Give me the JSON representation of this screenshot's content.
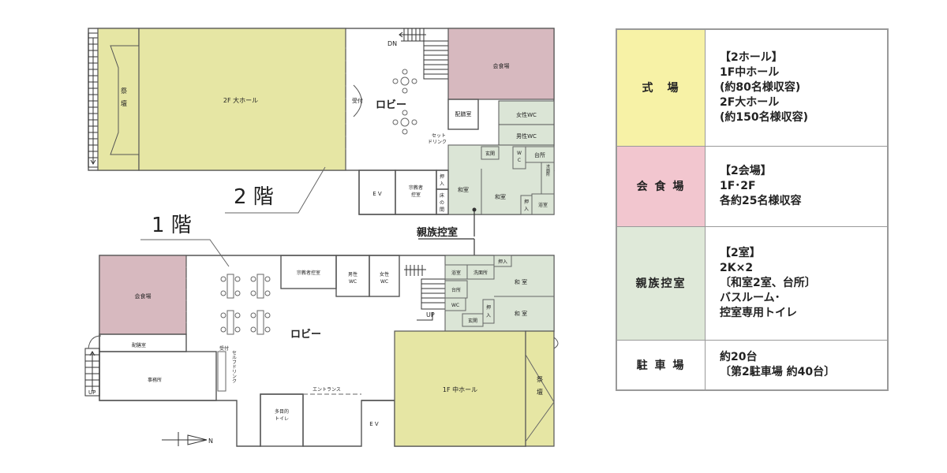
{
  "colors": {
    "hall": "#e6e6a4",
    "dining": "#d7b9bf",
    "family": "#dbe5d6",
    "legend_hall": "#f7f2a6",
    "legend_dining": "#f2c6cf",
    "legend_family": "#dfe9d9"
  },
  "floor2": {
    "floor_label": "2 階",
    "dn_left": "DN",
    "saidan": "祭壇",
    "hall": "2F 大ホール",
    "uketsuke": "受付",
    "lobby": "ロビー",
    "dn_stairs": "DN",
    "dining": "会食場",
    "haizen": "配膳室",
    "set_drink_1": "セット",
    "set_drink_2": "ドリンク",
    "wc_female": "女性WC",
    "wc_male": "男性WC",
    "genkan": "玄関",
    "wc_w": "W",
    "wc_c": "C",
    "daidokoro": "台所",
    "senmen": "洗面所",
    "ev": "E V",
    "shukyo_1": "宗教者",
    "shukyo_2": "控室",
    "oshi_1": "押",
    "oshi_2": "入",
    "toko_1": "床",
    "toko_2": "の",
    "toko_3": "間",
    "washitsu_a": "和室",
    "washitsu_b": "和室",
    "oshi_b_1": "押",
    "oshi_b_2": "入",
    "yokushitsu": "浴室"
  },
  "connector_label": "親族控室",
  "floor1": {
    "floor_label": "1 階",
    "dining": "会食場",
    "lobby": "ロビー",
    "shukyo": "宗教者控室",
    "wc_male_1": "男性",
    "wc_male_2": "WC",
    "wc_female_1": "女性",
    "wc_female_2": "WC",
    "up_stairs": "UP",
    "yokushitsu": "浴室",
    "senmen": "洗面所",
    "oshi_top": "押入",
    "washitsu_a": "和 室",
    "daidokoro": "台所",
    "wc": "WC",
    "genkan": "玄関",
    "oshi_1": "押",
    "oshi_2": "入",
    "washitsu_b": "和 室",
    "haizen": "配膳室",
    "uketsuke": "受付",
    "self_drink": "セルフドリンク",
    "jimusho": "事務所",
    "up_left": "UP",
    "entrance": "エントランス",
    "tamokuteki_1": "多目的",
    "tamokuteki_2": "トイレ",
    "ev": "E V",
    "hall": "1F 中ホール",
    "saidan_1": "祭",
    "saidan_2": "壇",
    "north": "N"
  },
  "legend": [
    {
      "category": "式　場",
      "lines": [
        "【2ホール】",
        "1F中ホール",
        "(約80名様収容)",
        "2F大ホール",
        "(約150名様収容)"
      ]
    },
    {
      "category": "会 食 場",
      "lines": [
        "【2会場】",
        "1F･2F",
        "各約25名様収容"
      ]
    },
    {
      "category": "親族控室",
      "lines": [
        "【2室】",
        "2K×2",
        "〔和室2室、台所〕",
        "バスルーム･",
        "控室専用トイレ"
      ]
    },
    {
      "category": "駐 車 場",
      "lines": [
        "約20台",
        "〔第2駐車場 約40台〕"
      ]
    }
  ]
}
